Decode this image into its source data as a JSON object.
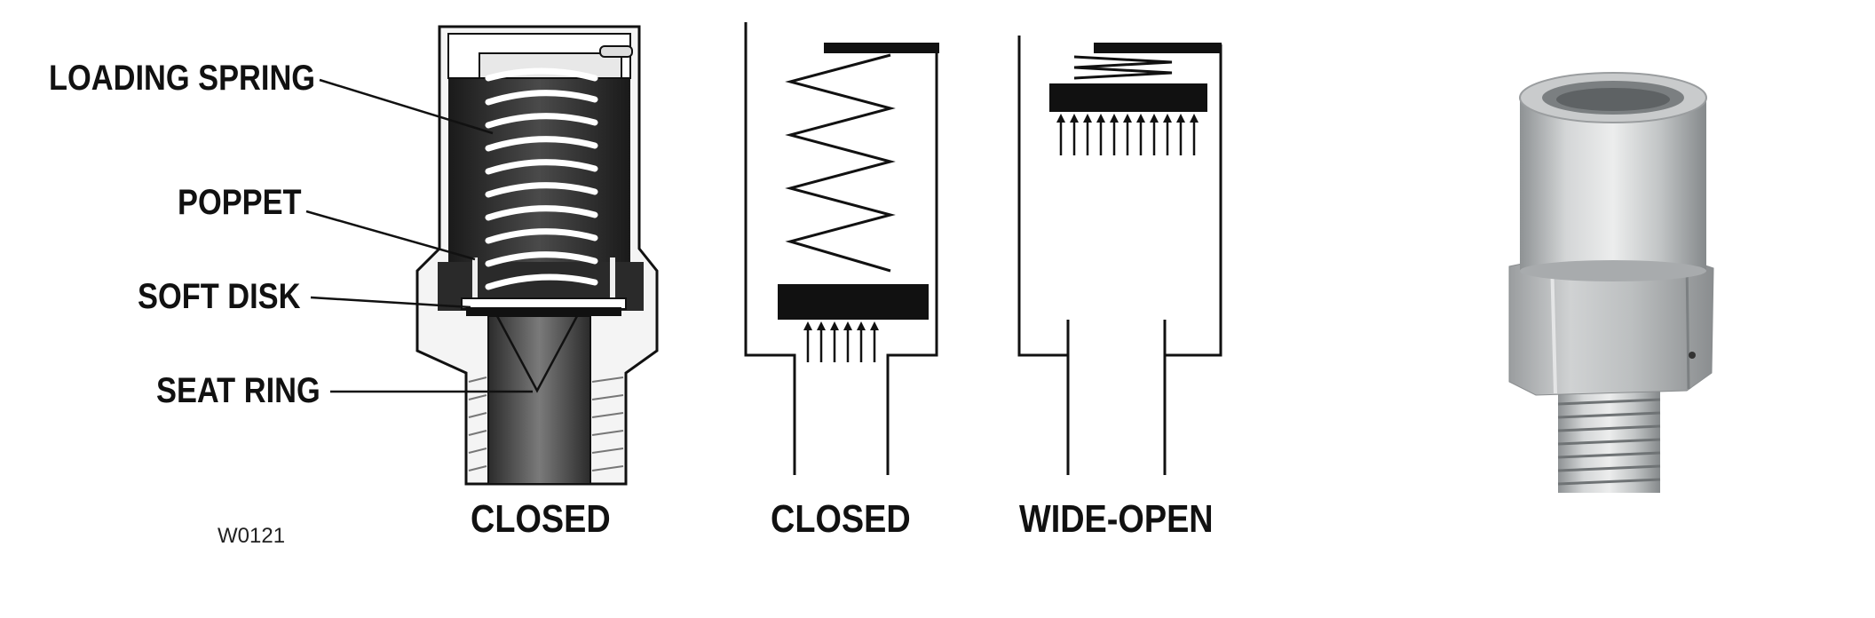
{
  "callouts": {
    "loading_spring": "LOADING SPRING",
    "poppet": "POPPET",
    "soft_disk": "SOFT DISK",
    "seat_ring": "SEAT RING"
  },
  "figure_code": "W0121",
  "captions": {
    "cutaway": "CLOSED",
    "schematic_closed": "CLOSED",
    "schematic_open": "WIDE-OPEN"
  },
  "colors": {
    "line": "#111111",
    "body_dark": "#2a2a2a",
    "metal": "#b9bcbe"
  }
}
